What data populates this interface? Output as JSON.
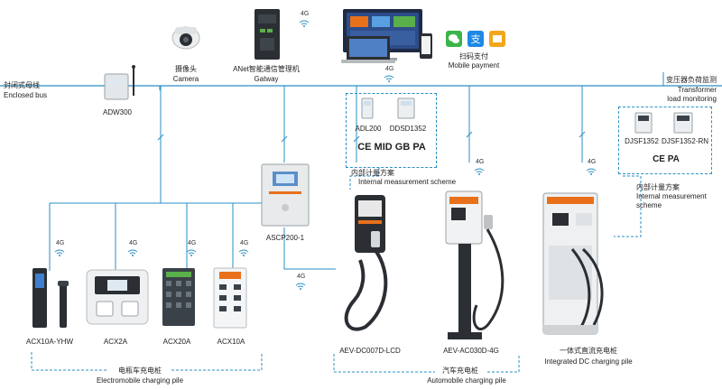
{
  "labels": {
    "camera_cn": "摄像头",
    "camera_en": "Camera",
    "gateway_cn": "ANet智能通信管理机",
    "gateway_en": "Gatway",
    "mobile_pay_cn": "扫码支付",
    "mobile_pay_en": "Mobile payment",
    "bus_cn": "封闭式母线",
    "bus_en": "Enclosed bus",
    "adw": "ADW300",
    "transformer_cn": "变压器负荷监测",
    "transformer_en1": "Transformer",
    "transformer_en2": "load monitoring",
    "adl": "ADL200",
    "ddsd": "DDSD1352",
    "certs": "CE MID GB PA",
    "internal1_cn": "内部计量方案",
    "internal1_en": "Internal measurement scheme",
    "djsf1": "DJSF1352",
    "djsf2": "DJSF1352-RN",
    "certs2": "CE PA",
    "internal2_cn": "内部计量方案",
    "internal2_en1": "Internal measurement",
    "internal2_en2": "scheme",
    "ascp": "ASCP200-1",
    "acx10a_yhw": "ACX10A-YHW",
    "acx2a": "ACX2A",
    "acx20a": "ACX20A",
    "acx10a": "ACX10A",
    "ev_cn": "电瓶车充电桩",
    "ev_en": "Electromobile charging pile",
    "aev_dc": "AEV-DC007D-LCD",
    "aev_ac": "AEV-AC030D-4G",
    "auto_cn": "汽车充电桩",
    "auto_en": "Automobile charging pile",
    "integrated_cn": "一体式直流充电桩",
    "integrated_en": "Integrated DC charging pile",
    "g4": "4G"
  },
  "colors": {
    "line": "#2a8fc4",
    "accent_orange": "#e8701a",
    "device_grey": "#cfd3d6",
    "dark": "#2b2f33"
  }
}
